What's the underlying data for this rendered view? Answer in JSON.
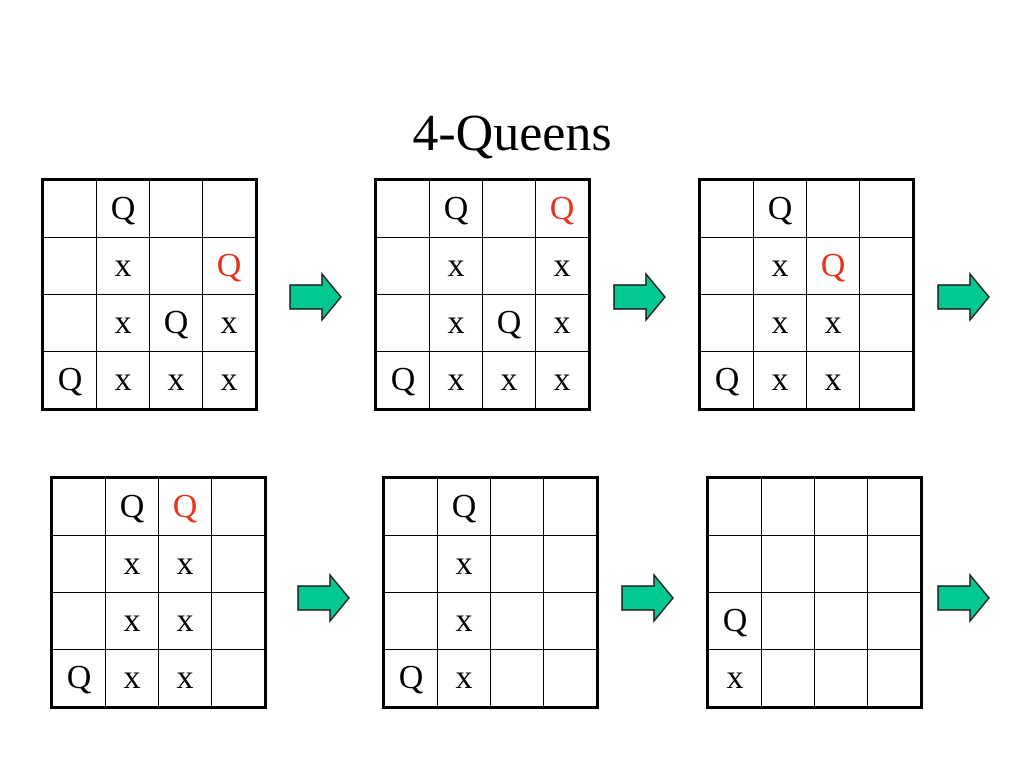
{
  "title": "4-Queens",
  "colors": {
    "new_queen": "#e8321e",
    "arrow_fill": "#00c890",
    "arrow_stroke": "#1f1f1f"
  },
  "boards": [
    {
      "name": "board-1",
      "rows": [
        [
          "",
          "Q",
          "",
          ""
        ],
        [
          "",
          "x",
          "",
          "Q"
        ],
        [
          "",
          "x",
          "Q",
          "x"
        ],
        [
          "Q",
          "x",
          "x",
          "x"
        ]
      ],
      "highlight": [
        [
          1,
          3
        ]
      ]
    },
    {
      "name": "board-2",
      "rows": [
        [
          "",
          "Q",
          "",
          "Q"
        ],
        [
          "",
          "x",
          "",
          "x"
        ],
        [
          "",
          "x",
          "Q",
          "x"
        ],
        [
          "Q",
          "x",
          "x",
          "x"
        ]
      ],
      "highlight": [
        [
          0,
          3
        ]
      ]
    },
    {
      "name": "board-3",
      "rows": [
        [
          "",
          "Q",
          "",
          ""
        ],
        [
          "",
          "x",
          "Q",
          ""
        ],
        [
          "",
          "x",
          "x",
          ""
        ],
        [
          "Q",
          "x",
          "x",
          ""
        ]
      ],
      "highlight": [
        [
          1,
          2
        ]
      ]
    },
    {
      "name": "board-4",
      "rows": [
        [
          "",
          "Q",
          "Q",
          ""
        ],
        [
          "",
          "x",
          "x",
          ""
        ],
        [
          "",
          "x",
          "x",
          ""
        ],
        [
          "Q",
          "x",
          "x",
          ""
        ]
      ],
      "highlight": [
        [
          0,
          2
        ]
      ]
    },
    {
      "name": "board-5",
      "rows": [
        [
          "",
          "Q",
          "",
          ""
        ],
        [
          "",
          "x",
          "",
          ""
        ],
        [
          "",
          "x",
          "",
          ""
        ],
        [
          "Q",
          "x",
          "",
          ""
        ]
      ],
      "highlight": []
    },
    {
      "name": "board-6",
      "rows": [
        [
          "",
          "",
          "",
          ""
        ],
        [
          "",
          "",
          "",
          ""
        ],
        [
          "Q",
          "",
          "",
          ""
        ],
        [
          "x",
          "",
          "",
          ""
        ]
      ],
      "highlight": []
    }
  ]
}
